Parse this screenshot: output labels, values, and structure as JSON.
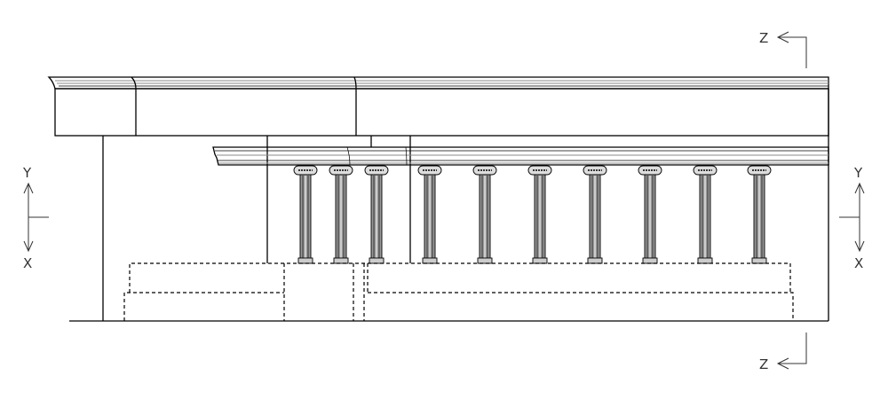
{
  "drawing": {
    "type": "elevation",
    "column_count": 10,
    "section_markers": {
      "top_label": "Z",
      "bottom_label": "Z"
    },
    "axis_left": {
      "up_label": "Y",
      "down_label": "X"
    },
    "axis_right": {
      "up_label": "Y",
      "down_label": "X"
    }
  }
}
